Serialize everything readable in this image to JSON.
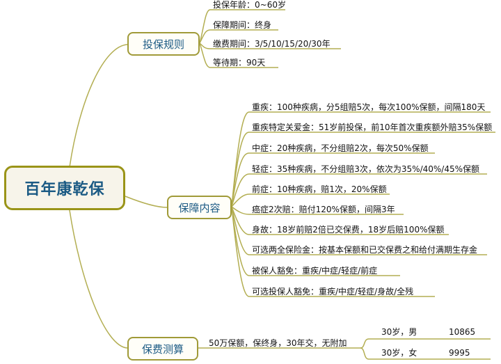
{
  "root": {
    "label": "百年康乾保"
  },
  "branches": [
    {
      "label": "投保规则",
      "items": [
        "投保年龄：0~60岁",
        "保障期间：终身",
        "缴费期间：3/5/10/15/20/30年",
        "等待期：90天"
      ]
    },
    {
      "label": "保障内容",
      "items": [
        "重疾：100种疾病，分5组赔5次，每次100%保额，间隔180天",
        "重疾特定关爱金：51岁前投保，前10年首次重疾额外赔35%保额",
        "中症：20种疾病，不分组赔2次，每次50%保额",
        "轻症：35种疾病，不分组赔3次，依次为35%/40%/45%保额",
        "前症：10种疾病，赔1次，20%保额",
        "癌症2次赔：赔付120%保额，间隔3年",
        "身故：18岁前赔2倍已交保费，18岁后赔100%保额",
        "可选两全保险金：按基本保额和已交保费之和给付满期生存金",
        "被保人豁免：重疾/中症/轻症/前症",
        "可选投保人豁免：重疾/中症/轻症/身故/全残"
      ]
    },
    {
      "label": "保费测算",
      "condition": "50万保额，保终身，30年交，无附加",
      "rows": [
        {
          "who": "30岁，男",
          "premium": "10865"
        },
        {
          "who": "30岁，女",
          "premium": "9995"
        }
      ]
    }
  ],
  "colors": {
    "line": "#b3ae52",
    "border": "#a09a38",
    "text": "#1b5a84"
  }
}
